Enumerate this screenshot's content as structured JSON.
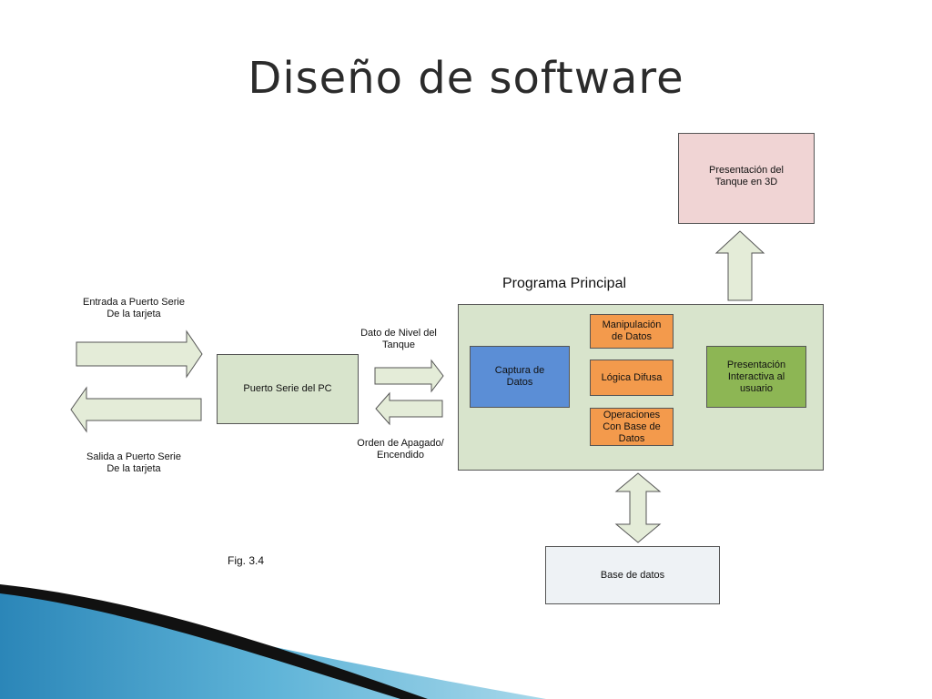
{
  "slide": {
    "title": "Diseño de software"
  },
  "diagram": {
    "nodes": {
      "pc_serial": "Puerto Serie del PC",
      "main_program": "Programa Principal",
      "capture": "Captura de Datos",
      "manipulation": "Manipulación de Datos",
      "fuzzy": "Lógica Difusa",
      "db_ops": "Operaciones Con Base de Datos",
      "interactive": "Presentación Interactiva al usuario",
      "tank3d": "Presentación del Tanque en 3D",
      "database": "Base de datos"
    },
    "labels": {
      "input": "Entrada  a Puerto Serie\nDe la tarjeta",
      "output": "Salida a Puerto Serie\nDe la tarjeta",
      "level": "Dato de Nivel del\nTanque",
      "order": "Orden de Apagado/\nEncendido",
      "fig": "Fig. 3.4"
    },
    "colors": {
      "box_green": "#d8e4cc",
      "box_blue": "#5b8ed6",
      "box_orange": "#f39a4c",
      "box_dark_green": "#8db654",
      "box_pink": "#f0d4d4",
      "box_gray": "#eef2f5",
      "arrow_fill": "#e4ecd8"
    }
  }
}
